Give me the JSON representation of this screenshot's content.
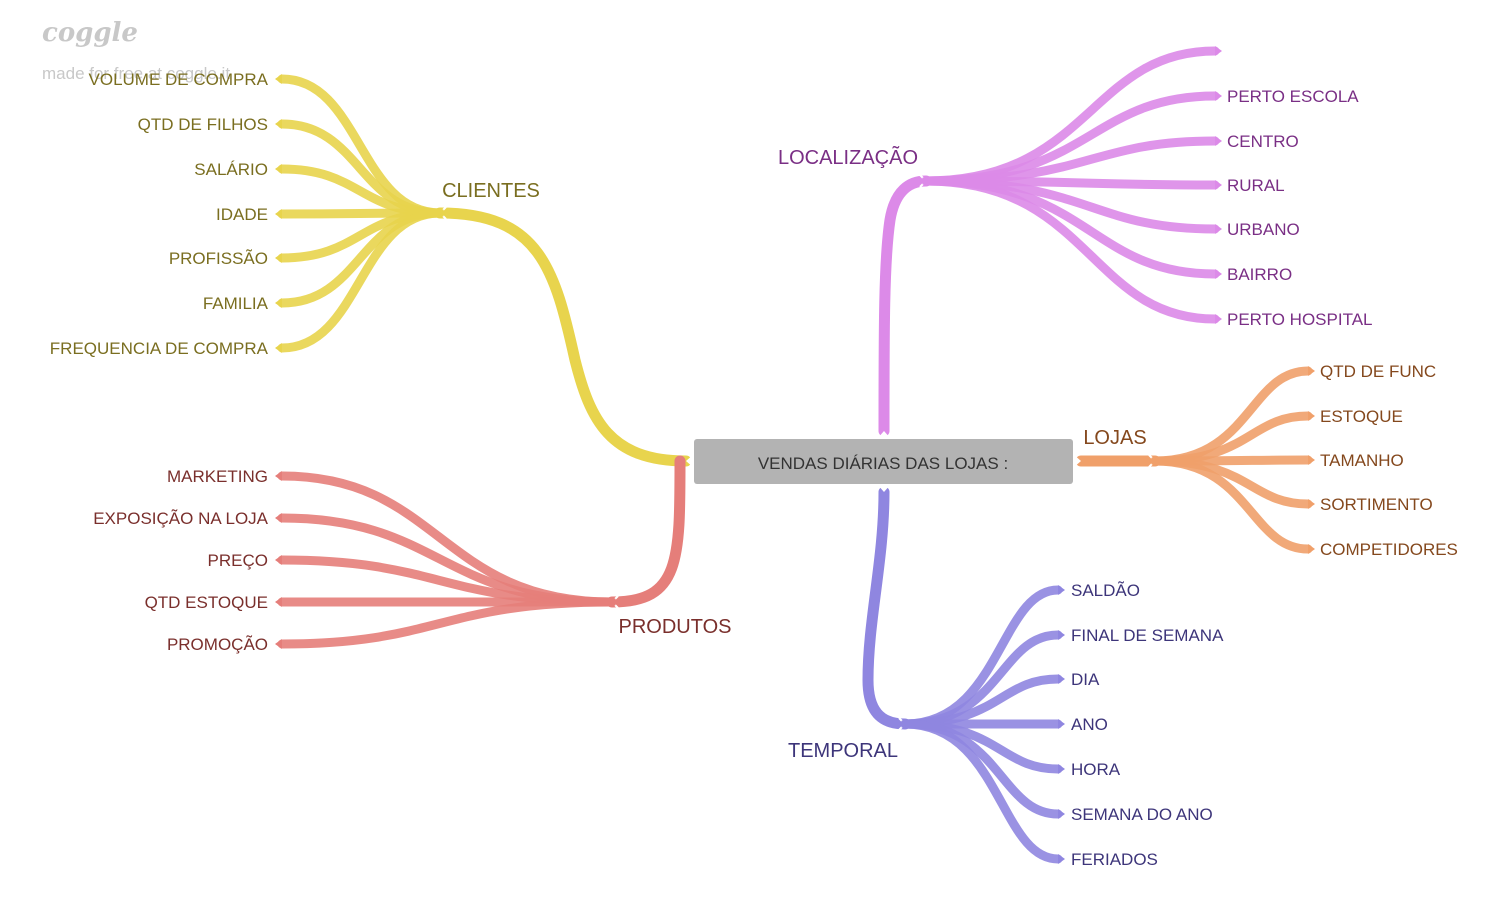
{
  "watermark": {
    "logo": "coggle",
    "text": "made for free at coggle.it"
  },
  "root": {
    "label": "VENDAS DIÁRIAS DAS LOJAS :",
    "fill": "#b3b3b3",
    "text_color": "#333333"
  },
  "branches": [
    {
      "id": "clientes",
      "label": "CLIENTES",
      "color": "#e8d44d",
      "text_color": "#7a6e20",
      "children": [
        "VOLUME DE COMPRA",
        "QTD DE FILHOS",
        "SALÁRIO",
        "IDADE",
        "PROFISSÃO",
        "FAMILIA",
        "FREQUENCIA DE COMPRA"
      ]
    },
    {
      "id": "produtos",
      "label": "PRODUTOS",
      "color": "#e57e7a",
      "text_color": "#7a2f2c",
      "children": [
        "MARKETING",
        "EXPOSIÇÃO NA LOJA",
        "PREÇO",
        "QTD ESTOQUE",
        "PROMOÇÃO"
      ]
    },
    {
      "id": "localizacao",
      "label": "LOCALIZAÇÃO",
      "color": "#dc8ae8",
      "text_color": "#7a2f85",
      "children": [
        "",
        "PERTO ESCOLA",
        "CENTRO",
        "RURAL",
        "URBANO",
        "BAIRRO",
        "PERTO HOSPITAL"
      ]
    },
    {
      "id": "lojas",
      "label": "LOJAS",
      "color": "#f0a06a",
      "text_color": "#84481d",
      "children": [
        "QTD DE FUNC",
        "ESTOQUE",
        "TAMANHO",
        "SORTIMENTO",
        "COMPETIDORES"
      ]
    },
    {
      "id": "temporal",
      "label": "TEMPORAL",
      "color": "#8f86e0",
      "text_color": "#3d357a",
      "children": [
        "SALDÃO",
        "FINAL DE SEMANA",
        "DIA",
        "ANO",
        "HORA",
        "SEMANA DO ANO",
        "FERIADOS"
      ]
    }
  ]
}
